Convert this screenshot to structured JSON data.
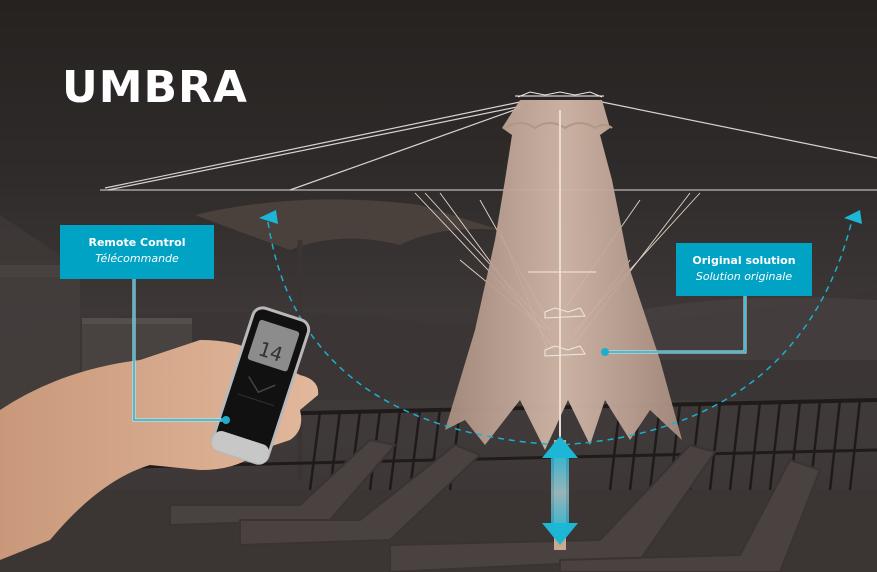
{
  "brand": {
    "title": "UMBRA"
  },
  "callouts": {
    "remote": {
      "label_en": "Remote Control",
      "label_fr": "Télécommande"
    },
    "original": {
      "label_en": "Original solution",
      "label_fr": "Solution originale"
    }
  },
  "remote_display": {
    "value": "14"
  },
  "colors": {
    "accent": "#00a3c4",
    "background": "#2f2b2a",
    "canopy": "#c4a898",
    "text": "#ffffff"
  },
  "icons": {
    "vertical_arrow": "double-headed-vertical-arrow",
    "arc_arrows": "dashed-arc-arrows"
  }
}
